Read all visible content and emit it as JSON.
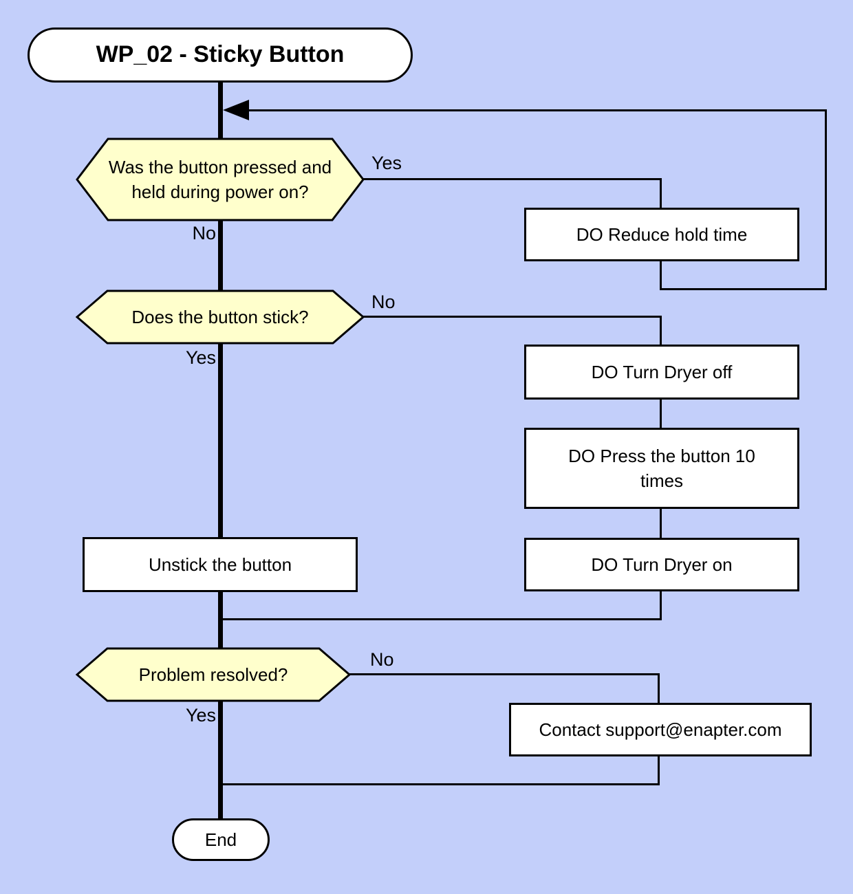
{
  "colors": {
    "background": "#c3cffa",
    "decision_fill": "#ffffcc",
    "process_fill": "#ffffff",
    "line": "#000000"
  },
  "start_node": {
    "label": "WP_02 - Sticky Button"
  },
  "decision_1": {
    "question": "Was the button pressed and held during power on?",
    "right_label": "Yes",
    "down_label": "No"
  },
  "process_reduce_hold": {
    "label": "DO Reduce hold time"
  },
  "decision_2": {
    "question": "Does the button stick?",
    "right_label": "No",
    "down_label": "Yes"
  },
  "process_dryer_off": {
    "label": "DO Turn Dryer off"
  },
  "process_press_button": {
    "label": "DO Press the button 10 times"
  },
  "process_dryer_on": {
    "label": "DO Turn Dryer on"
  },
  "process_unstick": {
    "label": "Unstick the button"
  },
  "decision_3": {
    "question": "Problem resolved?",
    "right_label": "No",
    "down_label": "Yes"
  },
  "process_contact": {
    "label": "Contact support@enapter.com"
  },
  "end_node": {
    "label": "End"
  }
}
